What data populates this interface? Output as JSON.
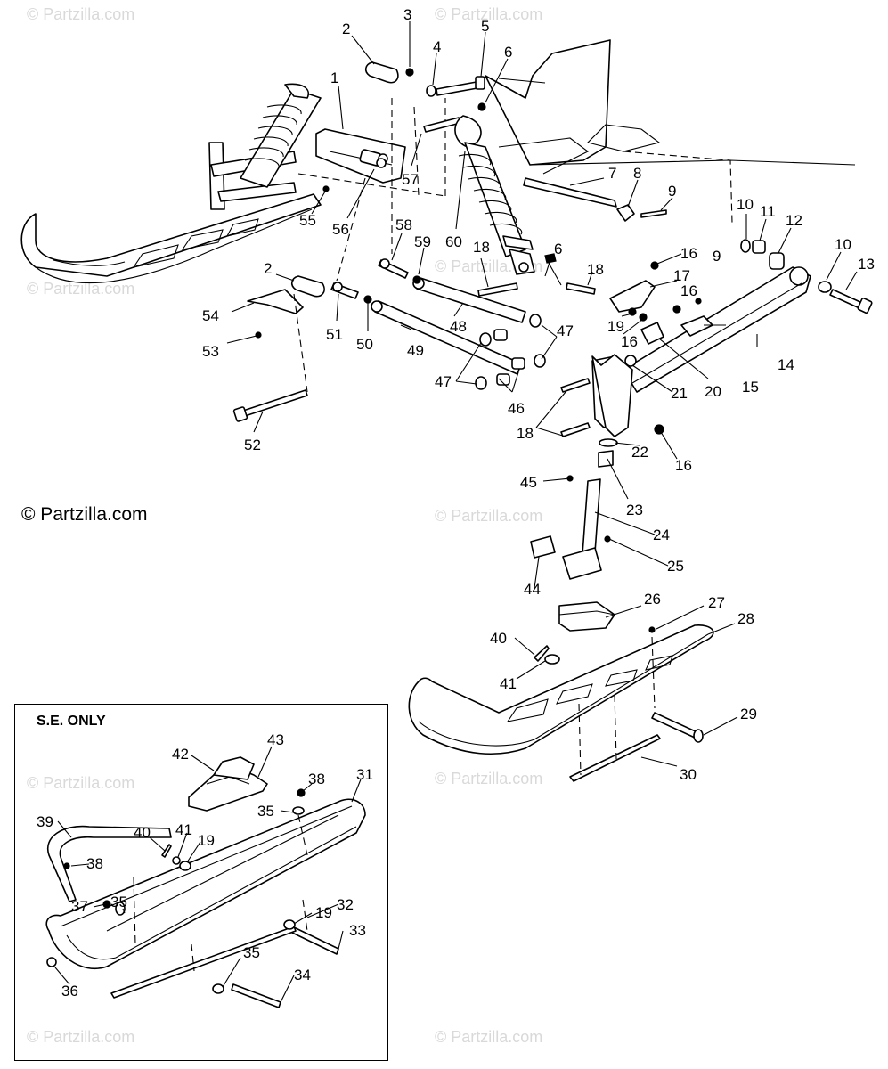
{
  "copyright": "© Partzilla.com",
  "inset_title": "S.E. ONLY",
  "watermark": "© Partzilla.com",
  "callouts": {
    "c1": "1",
    "c2a": "2",
    "c2b": "2",
    "c3": "3",
    "c4": "4",
    "c5": "5",
    "c6a": "6",
    "c6b": "6",
    "c7": "7",
    "c8": "8",
    "c9a": "9",
    "c9b": "9",
    "c10a": "10",
    "c10b": "10",
    "c11": "11",
    "c12": "12",
    "c13": "13",
    "c14": "14",
    "c15": "15",
    "c16a": "16",
    "c16b": "16",
    "c16c": "16",
    "c16d": "16",
    "c17": "17",
    "c18a": "18",
    "c18b": "18",
    "c18c": "18",
    "c19a": "19",
    "c19b": "19",
    "c19c": "19",
    "c20": "20",
    "c21": "21",
    "c22": "22",
    "c23": "23",
    "c24": "24",
    "c25": "25",
    "c26": "26",
    "c27": "27",
    "c28": "28",
    "c29": "29",
    "c30": "30",
    "c31": "31",
    "c32": "32",
    "c33": "33",
    "c34": "34",
    "c35a": "35",
    "c35b": "35",
    "c35c": "35",
    "c36": "36",
    "c37": "37",
    "c38a": "38",
    "c38b": "38",
    "c39": "39",
    "c40a": "40",
    "c40b": "40",
    "c41a": "41",
    "c41b": "41",
    "c42": "42",
    "c43": "43",
    "c44": "44",
    "c45": "45",
    "c46": "46",
    "c47a": "47",
    "c47b": "47",
    "c48": "48",
    "c49": "49",
    "c50": "50",
    "c51": "51",
    "c52": "52",
    "c53": "53",
    "c54": "54",
    "c55": "55",
    "c56": "56",
    "c57": "57",
    "c58": "58",
    "c59": "59",
    "c60": "60"
  }
}
